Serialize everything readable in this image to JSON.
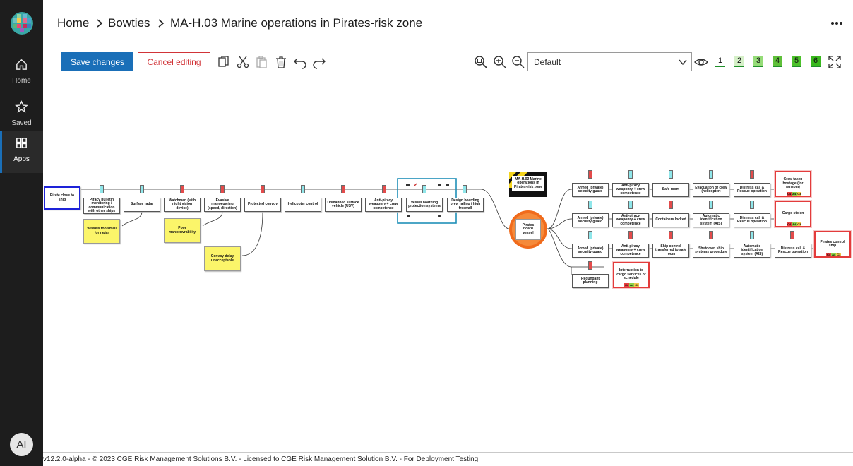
{
  "sidebar": {
    "items": [
      {
        "label": "Home",
        "icon": "home-icon"
      },
      {
        "label": "Saved",
        "icon": "star-icon"
      },
      {
        "label": "Apps",
        "icon": "apps-icon"
      }
    ],
    "avatar": "AI",
    "colors": {
      "background": "#1d1d1d",
      "accent": "#1a6fb8"
    }
  },
  "breadcrumb": {
    "home": "Home",
    "bowties": "Bowties",
    "current": "MA-H.03 Marine operations in Pirates-risk zone"
  },
  "toolbar": {
    "save_label": "Save changes",
    "cancel_label": "Cancel editing",
    "view_select": "Default",
    "levels": [
      "1",
      "2",
      "3",
      "4",
      "5",
      "6"
    ],
    "level_colors": [
      "#ffffff",
      "#d5f0c8",
      "#95dc78",
      "#5fc03a",
      "#4cc12b",
      "#39b81e"
    ]
  },
  "diagram": {
    "threat": "Pirate close to ship",
    "hazard": "MA-H.03 Marine operations in Pirates-risk zone",
    "top_event": "Pirates board vessel",
    "prevention_barriers": [
      "Piracy bulletin monitoring / communication with other ships",
      "Surface radar",
      "Watchman (with night vision device)",
      "Evasive manoeuvring (speed, direction)",
      "Protected convoy",
      "Helicopter control",
      "Unmanned surface vehicle (USV)",
      "Anti-piracy weaponry + crew competence",
      "Vessel boarding protection systems",
      "Design boarding prev. railing / high freewall"
    ],
    "escalation_factors": [
      "Vessels too small for radar",
      "Poor manoeuvrability",
      "Convoy delay unacceptable"
    ],
    "mitigation_rows": [
      {
        "barriers": [
          "Armed (private) security guard",
          "Anti-piracy weaponry + crew competence",
          "Safe room",
          "Evacuation of crew (helicopter)",
          "Distress call & Rescue operation"
        ],
        "consequence": "Crew taken hostage (for ransom)"
      },
      {
        "barriers": [
          "Armed (private) security guard",
          "Anti-piracy weaponry + crew competence",
          "Containers locked",
          "Automatic identification system (AIS)",
          "Distress call & Rescue operation"
        ],
        "consequence": "Cargo stolen"
      },
      {
        "barriers": [
          "Armed (private) security guard",
          "Anti-piracy weaponry + crew competence",
          "Ship control transferred to safe room",
          "Shutdown ship systems procedure",
          "Automatic identification system (AIS)",
          "Distress call & Rescue operation"
        ],
        "consequence": "Pirates control ship"
      },
      {
        "barriers": [
          "Redundant planning"
        ],
        "consequence": "Interruption to cargo services or schedule"
      }
    ],
    "risk_tags": [
      "C4",
      "A4",
      "C3"
    ]
  },
  "footer": {
    "text": "v12.2.0-alpha - © 2023 CGE Risk Management Solutions B.V. - Licensed to CGE Risk Management Solution B.V. - For Deployment Testing"
  }
}
